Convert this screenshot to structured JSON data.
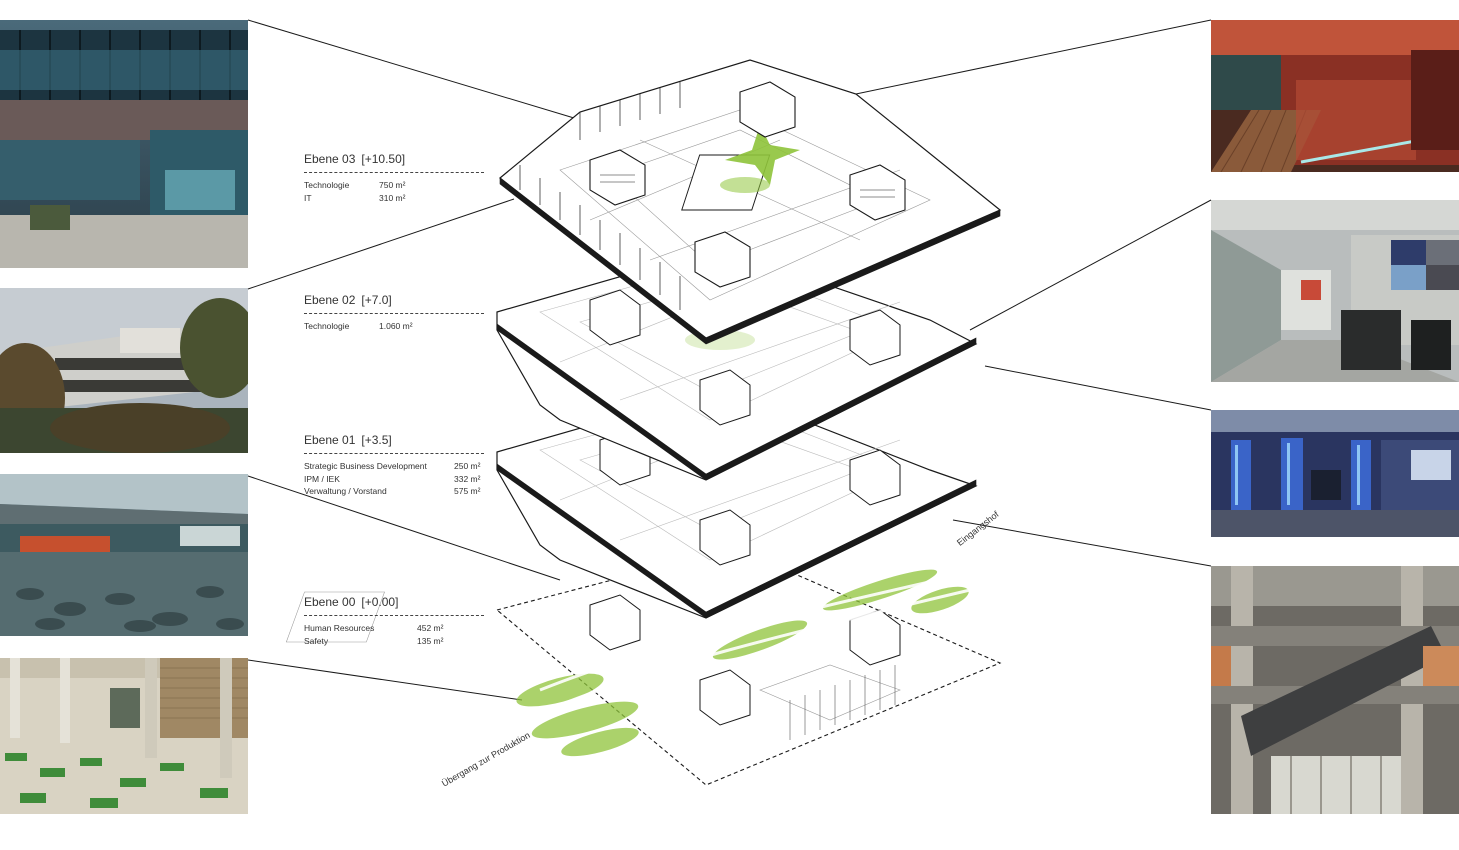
{
  "levels": [
    {
      "title": "Ebene 03",
      "elevation": "[+10.50]",
      "rows": [
        {
          "name": "Technologie",
          "area": "750 m²"
        },
        {
          "name": "IT",
          "area": "310 m²"
        }
      ]
    },
    {
      "title": "Ebene 02",
      "elevation": "[+7.0]",
      "rows": [
        {
          "name": "Technologie",
          "area": "1.060 m²"
        }
      ]
    },
    {
      "title": "Ebene 01",
      "elevation": "[+3.5]",
      "rows": [
        {
          "name": "Strategic Business Development",
          "area": "250 m²"
        },
        {
          "name": "IPM / IEK",
          "area": "332 m²"
        },
        {
          "name": "Verwaltung / Vorstand",
          "area": "575 m²"
        }
      ]
    },
    {
      "title": "Ebene 00",
      "elevation": "[+0.00]",
      "rows": [
        {
          "name": "Human Resources",
          "area": "452 m²"
        },
        {
          "name": "Safety",
          "area": "135 m²"
        }
      ]
    }
  ],
  "annotations": {
    "entrance": "Eingangshof",
    "transition": "Übergang zur Produktion"
  },
  "colors": {
    "line": "#1a1a1a",
    "green": "#8fc43a",
    "floor_fill": "#ffffff"
  }
}
